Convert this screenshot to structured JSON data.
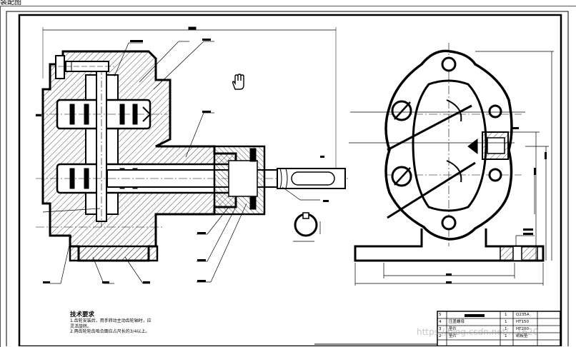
{
  "window": {
    "title": "装配图"
  },
  "technical_requirements": {
    "title": "技术要求",
    "lines": [
      "1.齿轮安装后，用手转动主动齿轮轴时，应",
      "灵活旋转。",
      "2.两齿轮轮齿啮合面应占尺长的3/4以上。"
    ]
  },
  "title_block": {
    "rows": [
      {
        "no": "5",
        "name": "",
        "qty": "1",
        "material": "Q235A"
      },
      {
        "no": "4",
        "name": "压盖螺母",
        "qty": "1",
        "material": "HT150"
      },
      {
        "no": "3",
        "name": "垫片",
        "qty": "1",
        "material": "HT200"
      },
      {
        "no": "2",
        "name": "垫片",
        "qty": "1",
        "material": "纸板垫"
      }
    ]
  },
  "watermark": "https://blog.csdn.net/...1620",
  "icons": {
    "cursor": "hand-cursor-icon"
  },
  "colors": {
    "line": "#000000",
    "hatch": "#222222",
    "paper": "#ffffff"
  }
}
